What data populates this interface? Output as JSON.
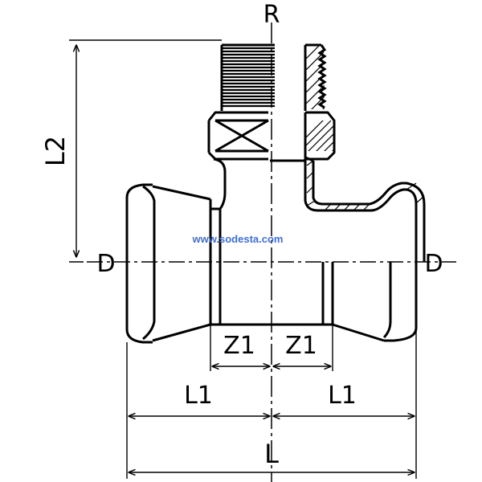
{
  "labels": {
    "top": "R",
    "left_end": "D",
    "right_end": "D",
    "vertical_dim": "L2",
    "z1_left": "Z1",
    "z1_right": "Z1",
    "l1_left": "L1",
    "l1_right": "L1",
    "overall": "L"
  },
  "watermark": {
    "text": "www.sodesta.com",
    "color": "#3f6fd0"
  },
  "colors": {
    "line": "#000000",
    "background": "#ffffff"
  }
}
